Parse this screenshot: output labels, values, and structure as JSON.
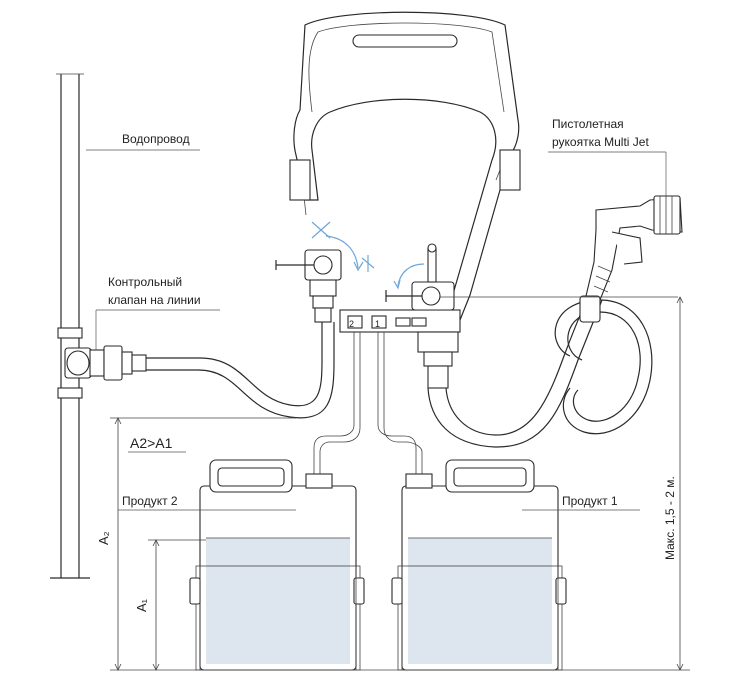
{
  "labels": {
    "water_supply": "Водопровод",
    "check_valve_line1": "Контрольный",
    "check_valve_line2": "клапан на линии",
    "gun_line1": "Пистолетная",
    "gun_line2": "рукоятка Multi Jet",
    "a2_gt_a1": "A2>A1",
    "product2": "Продукт 2",
    "product1": "Продукт 1",
    "dim_a2": "A₂",
    "dim_a1": "A₁",
    "max_height": "Макс. 1,5 - 2 м.",
    "port_2": "2",
    "port_1": "1"
  },
  "colors": {
    "liquid": "#dde6ef",
    "valve_symbol": "#6fa6d8",
    "line": "#2a2a2a"
  }
}
